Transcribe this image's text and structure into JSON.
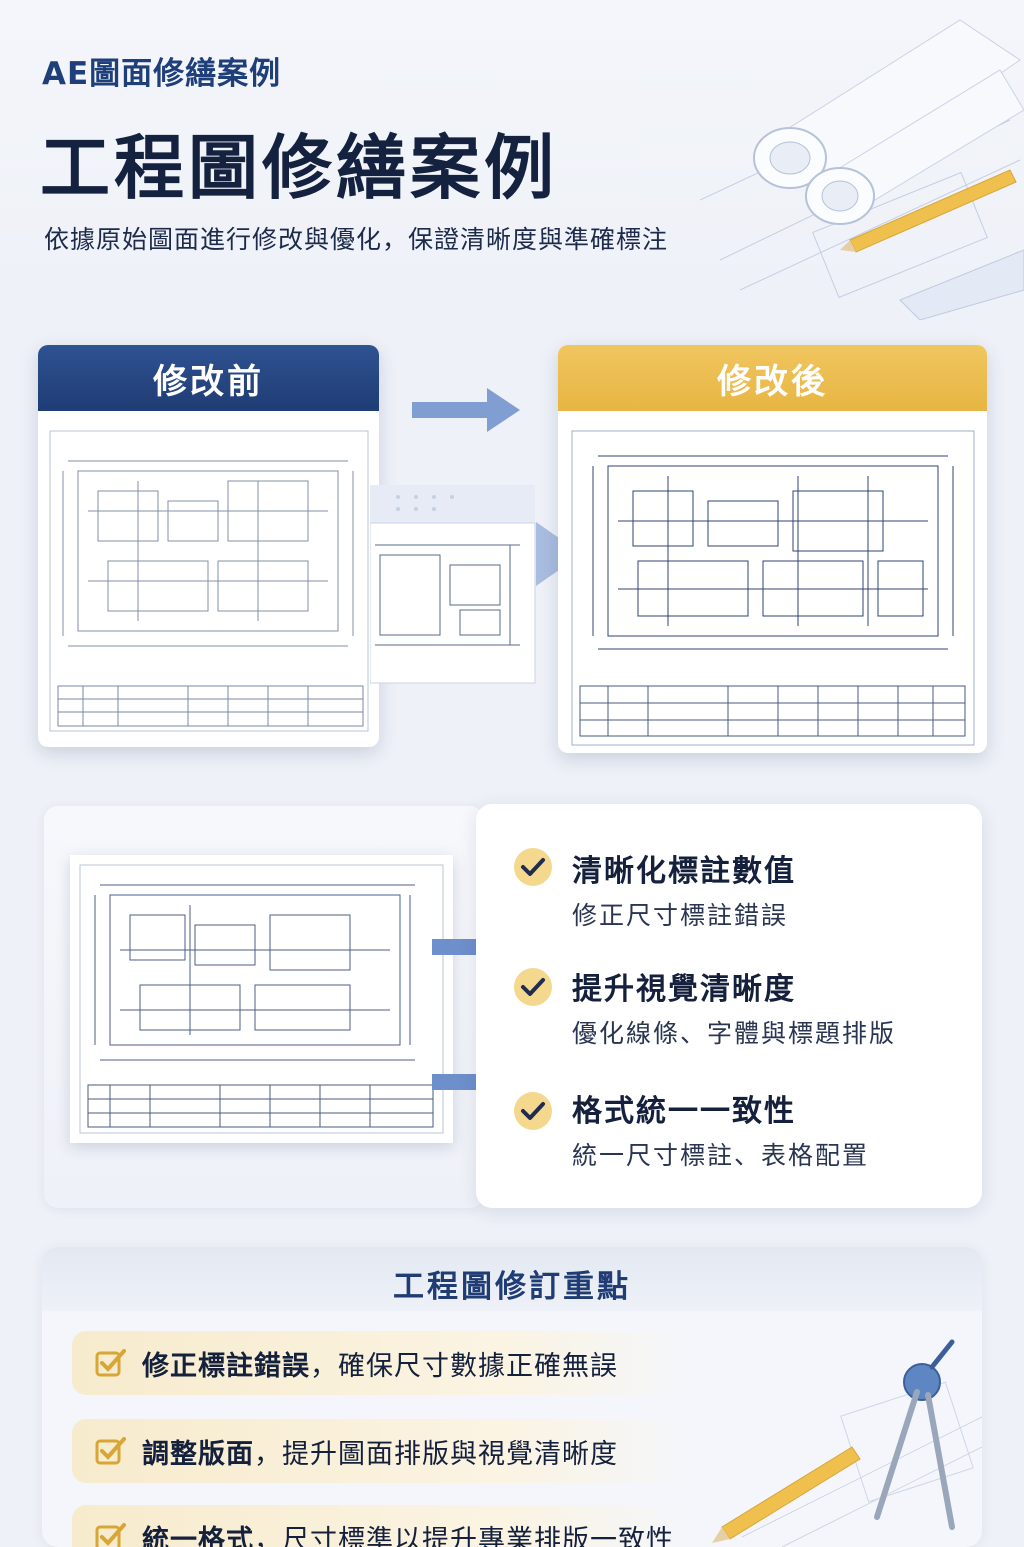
{
  "header": {
    "eyebrow": "AE圖面修繕案例",
    "title": "工程圖修繕案例",
    "description": "依據原始圖面進行修改與優化，保證清晰度與準確標注"
  },
  "comparison": {
    "before_label": "修改前",
    "after_label": "修改後"
  },
  "features": [
    {
      "title": "清晰化標註數值",
      "subtitle": "修正尺寸標註錯誤"
    },
    {
      "title": "提升視覺清晰度",
      "subtitle": "優化線條、字體與標題排版"
    },
    {
      "title": "格式統一一致性",
      "subtitle": "統一尺寸標註、表格配置"
    }
  ],
  "summary": {
    "title": "工程圖修訂重點",
    "items": [
      {
        "bold": "修正標註錯誤",
        "rest": "，確保尺寸數據正確無誤"
      },
      {
        "bold": "調整版面",
        "rest": "，提升圖面排版與視覺清晰度"
      },
      {
        "bold": "統一格式",
        "rest": "，尺寸標準以提升專業排版一致性"
      }
    ]
  },
  "colors": {
    "navy": "#1f3c74",
    "gold": "#e7b543",
    "accent_blue": "#6d8fcb"
  }
}
